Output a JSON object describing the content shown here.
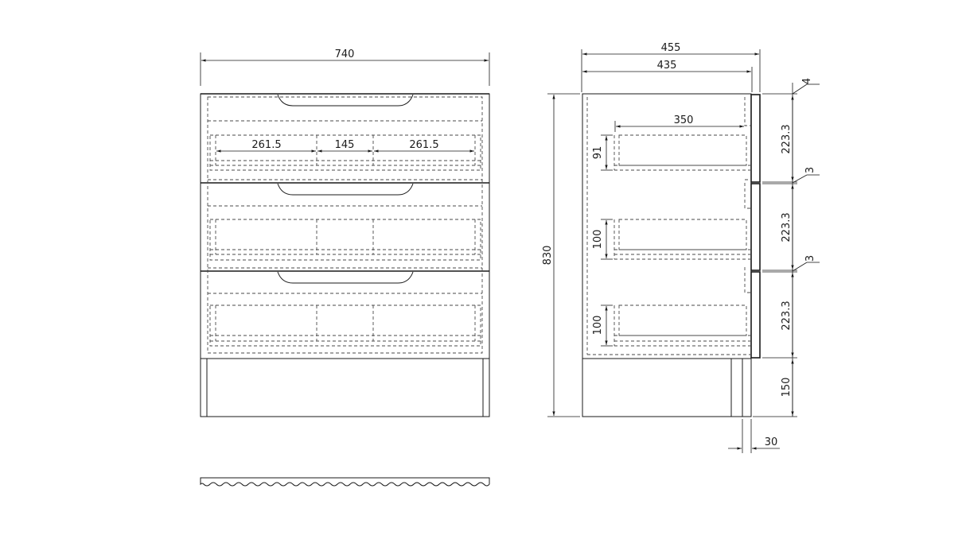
{
  "drawing": {
    "line_color": "#1a1a1a",
    "background": "#ffffff",
    "front_view": {
      "overall_width": "740",
      "drawer_inner_left": "261.5",
      "drawer_inner_mid": "145",
      "drawer_inner_right": "261.5"
    },
    "side_view": {
      "overall_depth": "455",
      "body_depth": "435",
      "overall_height": "830",
      "drawer_depth": "350",
      "drawer1_height": "91",
      "drawer2_height": "100",
      "drawer3_height": "100",
      "front_gap_top": "4",
      "front_gap_1": "3",
      "front_gap_2": "3",
      "front_height_1": "223.3",
      "front_height_2": "223.3",
      "front_height_3": "223.3",
      "plinth_height": "150",
      "plinth_recess": "30"
    }
  }
}
